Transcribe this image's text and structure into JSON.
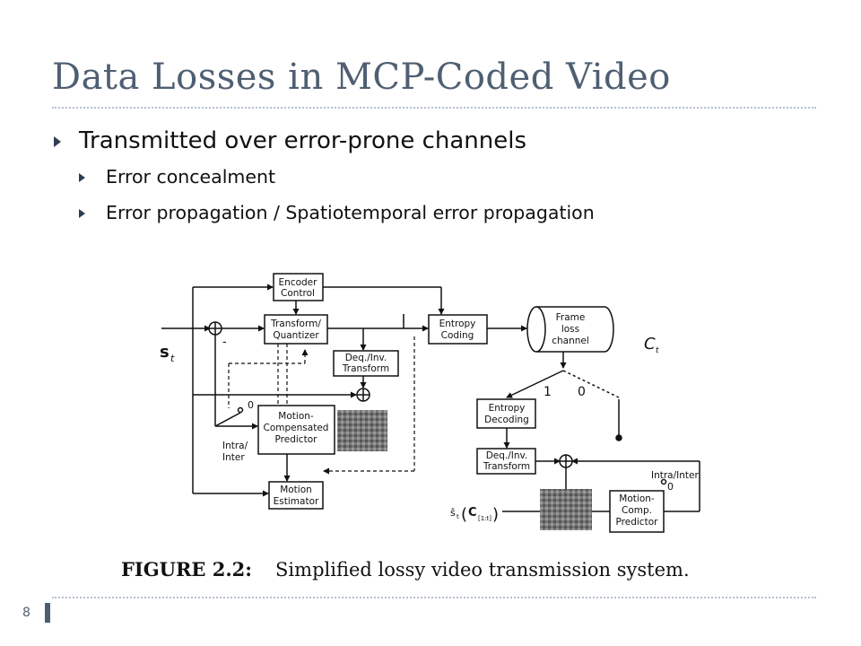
{
  "slide": {
    "title": "Data Losses in MCP-Coded Video",
    "bullets": [
      {
        "text": "Transmitted over error-prone channels",
        "children": [
          {
            "text": "Error concealment"
          },
          {
            "text": "Error propagation / Spatiotemporal error propagation"
          }
        ]
      }
    ],
    "page_number": "8"
  },
  "figure": {
    "caption_label": "FIGURE 2.2:",
    "caption_text": "Simplified lossy video transmission system.",
    "blocks": {
      "encoder_control": [
        "Encoder",
        "Control"
      ],
      "transform_quantizer": [
        "Transform/",
        "Quantizer"
      ],
      "deq_inv_transform_enc": [
        "Deq./Inv.",
        "Transform"
      ],
      "mcp": [
        "Motion-",
        "Compensated",
        "Predictor"
      ],
      "motion_estimator": [
        "Motion",
        "Estimator"
      ],
      "entropy_coding": [
        "Entropy",
        "Coding"
      ],
      "channel": [
        "Frame",
        "loss",
        "channel"
      ],
      "entropy_decoding": [
        "Entropy",
        "Decoding"
      ],
      "deq_inv_transform_dec": [
        "Deq./Inv.",
        "Transform"
      ],
      "motion_comp_predictor": [
        "Motion-",
        "Comp.",
        "Predictor"
      ]
    },
    "labels": {
      "input_signal": "s",
      "input_sub": "t",
      "minus": "-",
      "zero_enc": "0",
      "intra_inter_enc": [
        "Intra/",
        "Inter"
      ],
      "channel_label": "C",
      "channel_sub": "t",
      "one": "1",
      "zero_ch": "0",
      "intra_inter_dec": "Intra/Inter",
      "zero_dec": "0",
      "output_signal": "ŝ",
      "output_sub": "t",
      "output_arg": "C",
      "output_arg_sub": "[1:t]"
    }
  }
}
